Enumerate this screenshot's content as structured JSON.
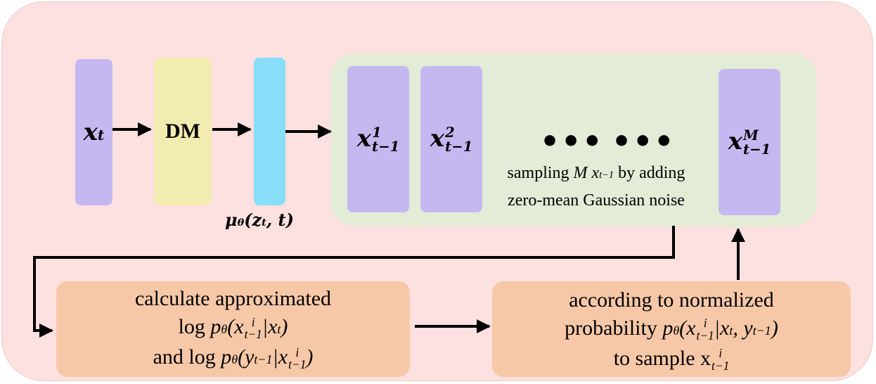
{
  "diagram": {
    "input_label": "x",
    "input_sub": "t",
    "model_label": "DM",
    "mu_label": "μ",
    "mu_sub": "θ",
    "mu_args": "(z",
    "mu_args_sub": "t",
    "mu_args_end": ", t)",
    "samples": [
      {
        "base": "x",
        "sup": "1",
        "sub": "t−1"
      },
      {
        "base": "x",
        "sup": "2",
        "sub": "t−1"
      },
      {
        "base": "x",
        "sup": "M",
        "sub": "t−1"
      }
    ],
    "dots": [
      "•••",
      "•••"
    ],
    "sampling_note": {
      "line1_a": "sampling ",
      "line1_m": "M",
      "line1_x": " x",
      "line1_sub": "t−1",
      "line1_b": " by adding",
      "line2": "zero-mean Gaussian noise"
    },
    "calc_box": {
      "line1": "calculate approximated",
      "line2_prefix": "log ",
      "line2_p": "p",
      "line2_theta": "θ",
      "line2_open": "(x",
      "line2_sup": "i",
      "line2_sub": "t−1",
      "line2_cond": "|x",
      "line2_cond_sub": "t",
      "line2_close": ")",
      "line3_prefix": "and log ",
      "line3_open": "(y",
      "line3_sub1": "t−1",
      "line3_cond": "|x",
      "line3_sup": "i",
      "line3_sub2": "t−1",
      "line3_close": ")"
    },
    "sample_box": {
      "line1": "according to normalized",
      "line2_prefix": "probability ",
      "line2_open": "(x",
      "line2_sup": "i",
      "line2_sub": "t−1",
      "line2_cond": "|x",
      "line2_cond_sub": "t",
      "line2_y": ", y",
      "line2_y_sub": "t−1",
      "line2_close": ")",
      "line3_prefix": "to sample x",
      "line3_sup": "i",
      "line3_sub": "t−1"
    },
    "colors": {
      "background_panel": "#fde0e0",
      "purple_block": "#c5b8f0",
      "dm_block": "#f3ecb0",
      "mu_block": "#88def8",
      "sample_group": "#e2ecd6",
      "process_box": "#f7c8a8"
    }
  }
}
